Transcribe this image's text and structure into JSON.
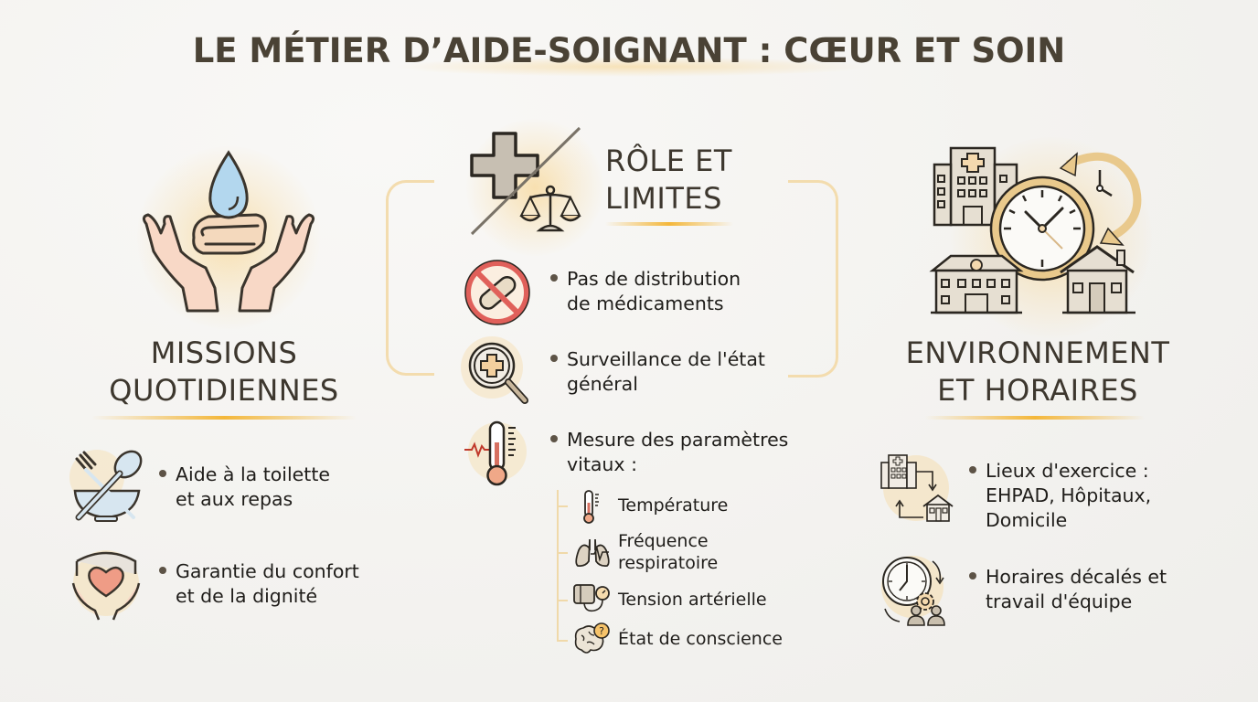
{
  "title": "LE MÉTIER D’AIDE-SOIGNANT : CŒUR ET SOIN",
  "colors": {
    "accent_gold": "#f4b73a",
    "connector": "#f3dcae",
    "text_dark": "#3d372e",
    "stop_red": "#e0605a",
    "water_blue": "#a9d2ea",
    "skin": "#f6d3bc"
  },
  "missions": {
    "title_line1": "MISSIONS",
    "title_line2": "QUOTIDIENNES",
    "header_icon": "hands-water-towel-icon",
    "items": [
      {
        "icon": "fork-spoon-bowl-icon",
        "line1": "Aide à la toilette",
        "line2": "et aux repas"
      },
      {
        "icon": "shield-heart-hands-icon",
        "line1": "Garantie du confort",
        "line2": "et de la dignité"
      }
    ]
  },
  "role": {
    "title_line1": "RÔLE ET",
    "title_line2": "LIMITES",
    "header_icon": "cross-scales-icon",
    "items": [
      {
        "icon": "no-pill-icon",
        "line1": "Pas de distribution",
        "line2": "de médicaments"
      },
      {
        "icon": "magnifier-cross-icon",
        "line1": "Surveillance de l'état",
        "line2": "général"
      },
      {
        "icon": "thermometer-pulse-icon",
        "line1": "Mesure des paramètres",
        "line2": "vitaux :"
      }
    ],
    "vitals": [
      {
        "icon": "thermometer-icon",
        "line1": "Température",
        "line2": ""
      },
      {
        "icon": "lungs-icon",
        "line1": "Fréquence",
        "line2": "respiratoire"
      },
      {
        "icon": "blood-pressure-cuff-icon",
        "line1": "Tension artérielle",
        "line2": ""
      },
      {
        "icon": "brain-question-icon",
        "line1": "État de conscience",
        "line2": ""
      }
    ]
  },
  "environment": {
    "title_line1": "ENVIRONNEMENT",
    "title_line2": "ET HORAIRES",
    "header_icon": "buildings-clock-icon",
    "items": [
      {
        "icon": "hospital-home-arrows-icon",
        "line1": "Lieux d'exercice :",
        "line2": "EHPAD, Hôpitaux,",
        "line3": "Domicile"
      },
      {
        "icon": "clock-gear-team-icon",
        "line1": "Horaires décalés et",
        "line2": "travail d'équipe"
      }
    ]
  }
}
